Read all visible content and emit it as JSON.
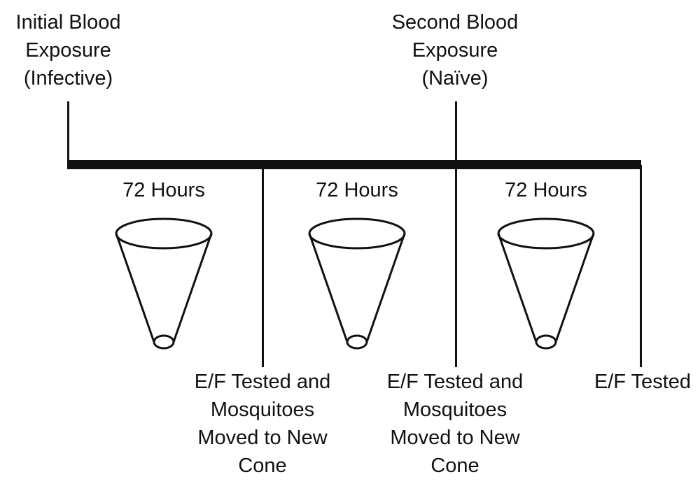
{
  "top_labels": {
    "initial": [
      "Initial Blood",
      "Exposure",
      "(Infective)"
    ],
    "second": [
      "Second Blood",
      "Exposure",
      "(Naïve)"
    ]
  },
  "durations": [
    "72 Hours",
    "72 Hours",
    "72 Hours"
  ],
  "bottom_labels": {
    "first": [
      "E/F Tested and",
      "Mosquitoes",
      "Moved to New",
      "Cone"
    ],
    "second": [
      "E/F Tested and",
      "Mosquitoes",
      "Moved to New",
      "Cone"
    ],
    "third": [
      "E/F Tested"
    ]
  },
  "colors": {
    "ink": "#111111",
    "background": "#ffffff"
  }
}
